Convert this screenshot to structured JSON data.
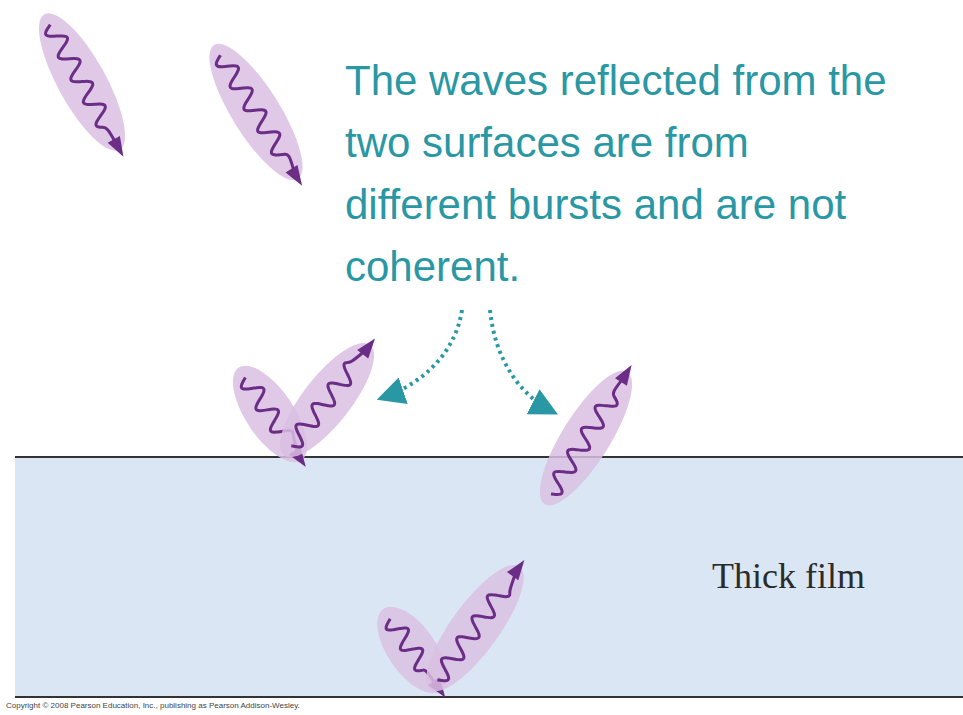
{
  "diagram": {
    "nodes": [
      {
        "text": [
          "Thick film"
        ]
      }
    ],
    "labels": [
      "The waves reflected from the two surfaces are from different bursts and are not coherent.",
      "Copyright © 2008 Pearson Education, Inc., publishing as Pearson Addison-Wesley."
    ]
  }
}
